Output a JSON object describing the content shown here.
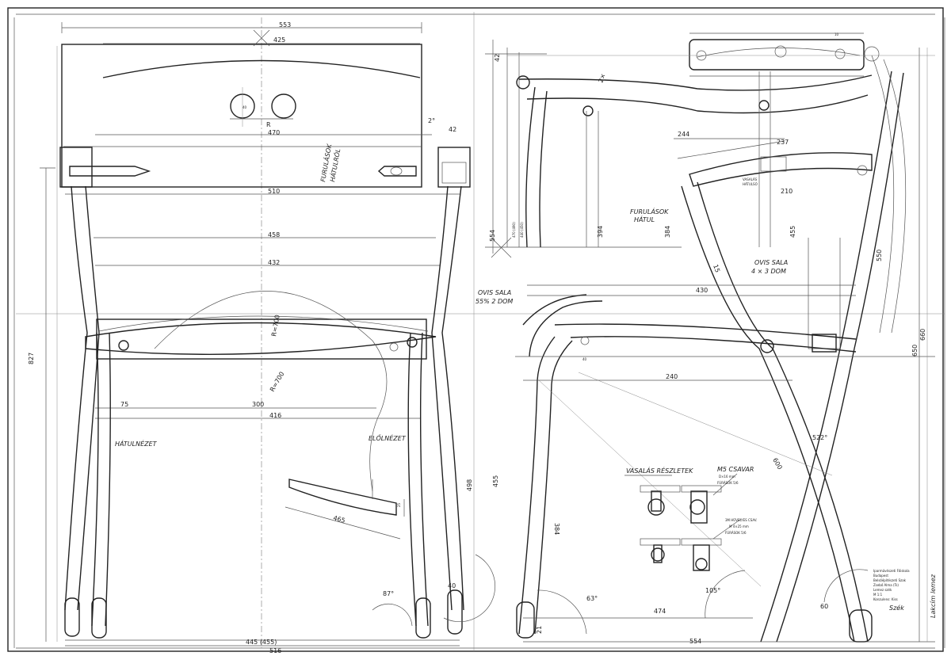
{
  "front_view": {
    "dimensions": {
      "top_width": "553",
      "back_top": "425",
      "hole_dim": "40",
      "r_small": "R",
      "d470": "470",
      "d510": "510",
      "d458": "458",
      "d432": "432",
      "angle_top": "2°",
      "d42": "42",
      "r_seat": "R=700",
      "r_curve": "R=700",
      "d75": "75",
      "d300": "300",
      "d416": "416",
      "d465": "465",
      "d25": "25",
      "d498": "498",
      "d455": "455",
      "height_left": "827",
      "angle_foot": "87°",
      "d40": "40",
      "bottom_inner": "445 (455)",
      "bottom_outer": "516"
    },
    "notes": {
      "back_note_1": "FURULÁSOK",
      "back_note_2": "HÁTULRÓL",
      "view_back": "HÁTULNÉZET",
      "view_front": "ELŐLNÉZET"
    }
  },
  "side_view": {
    "dimensions": {
      "d42": "42",
      "d554": "554",
      "d470": "470 (490)",
      "d440": "440 (450)",
      "d394": "394",
      "d384": "384",
      "d2x": "2×",
      "d244": "244",
      "d237": "237",
      "d210": "210",
      "d455": "455",
      "d650": "650",
      "d660": "660",
      "d550": "550",
      "d430": "430",
      "d40": "40",
      "d240": "240",
      "d522": "522°",
      "d600": "600",
      "d15": "15",
      "d384b": "384",
      "d63": "63°",
      "d105": "105°",
      "d474": "474",
      "d554b": "554",
      "d21": "21",
      "d60": "60",
      "d10": "10"
    },
    "notes": {
      "back_rest_note_1": "FURULÁSOK",
      "back_rest_note_2": "HÁTUL",
      "bracket_note_1": "VASALÁS",
      "bracket_note_2": "HÁTULSÓ",
      "bent_1": "OVIS SALA",
      "bent_1b": "4 × 3 DOM",
      "bent_2": "OVIS SALA",
      "bent_2b": "55% 2 DOM"
    }
  },
  "detail": {
    "title": "VASALÁS RÉSZLETEK",
    "note_a_1": "M5 CSAVAR",
    "note_a_2": "D×16 mm",
    "note_a_3": "FÚRÁSOK 5/6",
    "note_b_1": "3M HÜVELYES CSAV.",
    "note_b_2": "M 4×25 mm",
    "note_b_3": "FÚRÁSOK 5/6"
  },
  "title_block": {
    "line1": "Iparművészeti Főiskola",
    "line2": "Budapest",
    "line3": "Belsőépítészeti Szak",
    "line4": "Zsebő Alma (Ts)",
    "line5": "Lemez szék",
    "line6": "M 1:1",
    "line7": "Konzulens: Kiss",
    "signature": "Szék",
    "vertical": "Lakcím lemez"
  }
}
